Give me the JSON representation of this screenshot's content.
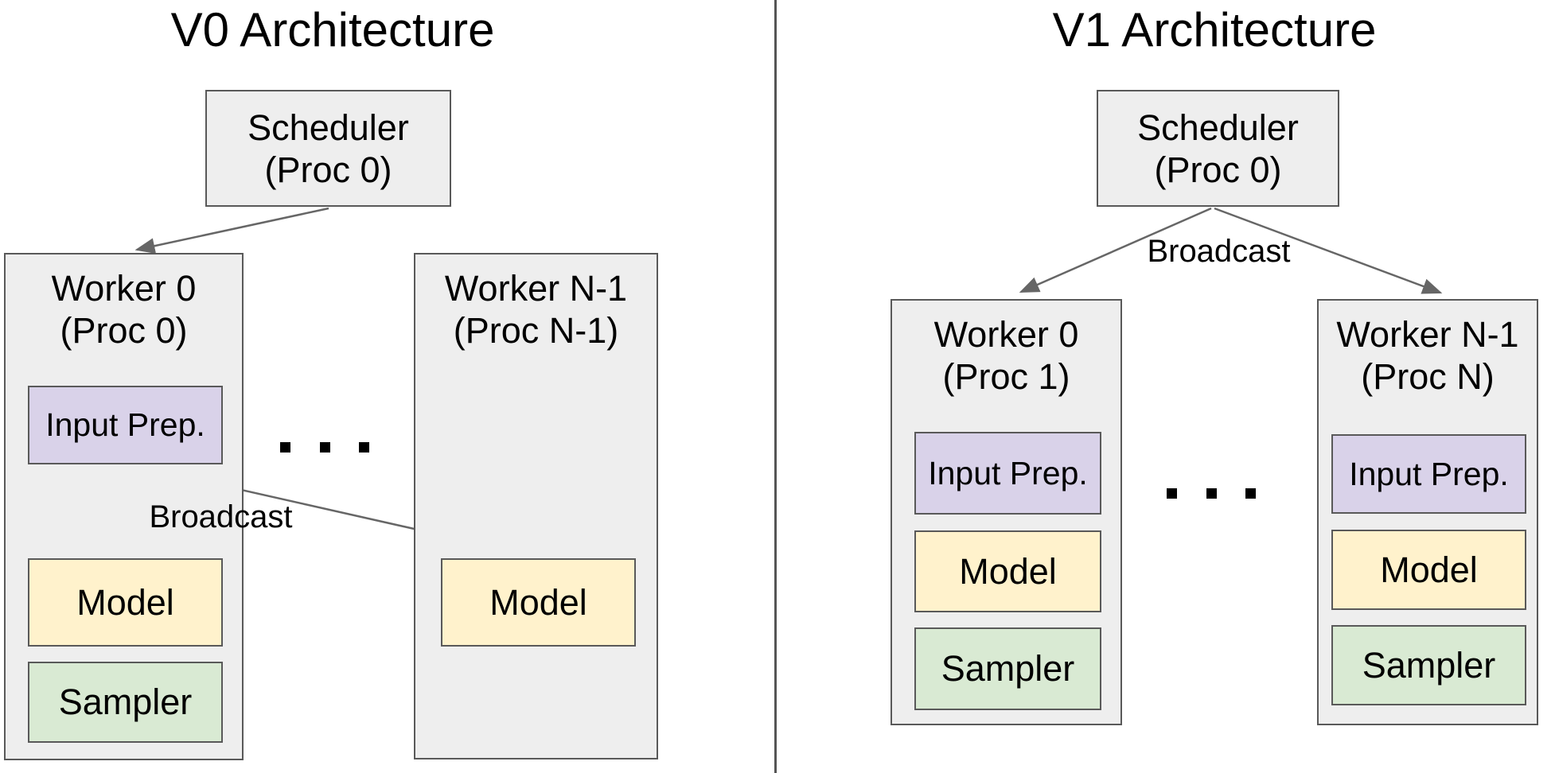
{
  "v0": {
    "title": "V0 Architecture",
    "scheduler": {
      "line1": "Scheduler",
      "line2": "(Proc 0)"
    },
    "arrow_label": "Broadcast",
    "ellipsis": ". . .",
    "worker_first": {
      "name_line1": "Worker 0",
      "name_line2": "(Proc 0)",
      "components": {
        "input_prep": "Input Prep.",
        "model": "Model",
        "sampler": "Sampler"
      }
    },
    "worker_last": {
      "name_line1": "Worker N-1",
      "name_line2": "(Proc N-1)",
      "components": {
        "model": "Model"
      }
    }
  },
  "v1": {
    "title": "V1 Architecture",
    "scheduler": {
      "line1": "Scheduler",
      "line2": "(Proc 0)"
    },
    "arrow_label": "Broadcast",
    "ellipsis": ". . .",
    "worker_first": {
      "name_line1": "Worker 0",
      "name_line2": "(Proc 1)",
      "components": {
        "input_prep": "Input Prep.",
        "model": "Model",
        "sampler": "Sampler"
      }
    },
    "worker_last": {
      "name_line1": "Worker N-1",
      "name_line2": "(Proc N)",
      "components": {
        "input_prep": "Input Prep.",
        "model": "Model",
        "sampler": "Sampler"
      }
    }
  },
  "colors": {
    "container_fill": "#eeeeee",
    "box_border": "#595959",
    "arrow": "#666666",
    "divider": "#555555",
    "input_prep_fill": "#d9d2e9",
    "model_fill": "#fff2cc",
    "sampler_fill": "#d9ead3"
  }
}
